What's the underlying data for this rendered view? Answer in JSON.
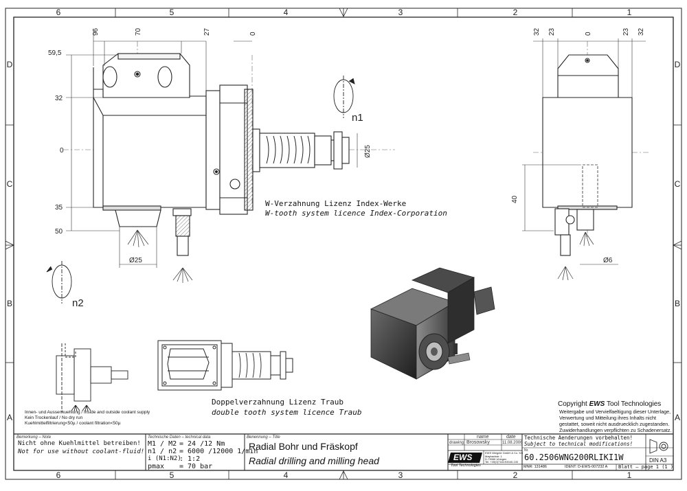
{
  "colors": {
    "line": "#222222",
    "thin": "#444444",
    "fill": "#ededed",
    "dark": "#2b2b2b",
    "white": "#ffffff"
  },
  "border": {
    "cols_top": [
      "6",
      "5",
      "4",
      "3",
      "2",
      "1"
    ],
    "cols_bottom": [
      "6",
      "5",
      "4",
      "3",
      "2",
      "1"
    ],
    "rows_left": [
      "D",
      "C",
      "B",
      "A"
    ],
    "rows_right": [
      "D",
      "C",
      "B",
      "A"
    ]
  },
  "front_view": {
    "dims_top": [
      "96",
      "70",
      "27",
      "0"
    ],
    "dims_left": [
      "59,5",
      "32",
      "0",
      "35",
      "50"
    ],
    "dia_small": "Ø25",
    "dia_shaft": "Ø25",
    "rotation_top": "n1",
    "rotation_side": "n2"
  },
  "side_view": {
    "dims_top": [
      "32",
      "23",
      "0",
      "23",
      "32"
    ],
    "dim_40": "40",
    "dia": "Ø6"
  },
  "notes": {
    "w_de": "W-Verzahnung Lizenz Index-Werke",
    "w_en": "W-tooth system licence Index-Corporation",
    "d_de": "Doppelverzahnung Lizenz Traub",
    "d_en": "double tooth system licence Traub",
    "coolant_1": "Innen- und Aussenkuehlung / Inside and outside coolant supply",
    "coolant_2": "Kein Trockenlauf / No dry run",
    "coolant_3": "Kuehlmittelfiltrierung<50µ / coolant filtration<50µ"
  },
  "copyright": {
    "title_pre": "Copyright ",
    "brand": "EWS",
    "title_post": " Tool Technologies",
    "l1": "Weitergabe und Vervielfaeltigung dieser Unterlage,",
    "l2": "Verwertung und Mitteilung ihres Inhalts nicht",
    "l3": "gestattet, soweit nicht ausdruecklich zugestanden.",
    "l4": "Zuwiderhandlungen verpflichten zu Schadenersatz."
  },
  "title_block": {
    "remark_label": "Bemerkung – Note",
    "remark_de": "Nicht ohne Kuehlmittel betreiben!",
    "remark_en": "Not for use without coolant-fluid!",
    "tech_label": "Technische Daten – technical data",
    "m_label": "M1 / M2",
    "m_value": "= 24 /12  Nm",
    "n_label": "n1 / n2",
    "n_value": "= 6000 /12000 1/min",
    "i_label": "i (N1:N2)",
    "i_value": ": 1:2",
    "p_label": "pmax",
    "p_value": "= 70  bar",
    "name_label": "Benennung – Title",
    "title_de": "Radial Bohr und Fräskopf",
    "title_en": "Radial drilling and milling head",
    "col_name": "name",
    "col_date": "date",
    "row_drawing": "drawing",
    "drawer": "Brosowsky",
    "draw_date": "11.08.2006",
    "logo": "EWS",
    "logo_sub": "Tool Technologies",
    "company_1": "EWS Weigele GmbH & Co. KG",
    "company_2": "Maybachstr. 1",
    "company_3": "D-73066 Uhingen",
    "company_4": "Tel. +49(0)7161/93040-100",
    "change_de": "Technische Aenderungen vorbehalten!",
    "change_en": "Subject to technical modifications!",
    "nr_label": "Nr.",
    "part_no": "60.2506WNG200RLIKI1W",
    "format": "DIN A3",
    "mnr": "MNR: 131486",
    "ident": "IDENT: D-EWS-007232 A",
    "sheet": "Blatt – page  1 (1 )"
  }
}
